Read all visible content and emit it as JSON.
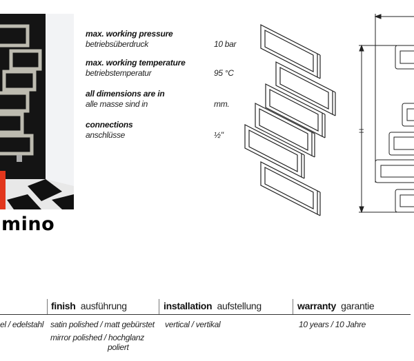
{
  "product": {
    "name_fragment": "mino"
  },
  "specs": [
    {
      "label_en": "max. working pressure",
      "label_de": "betriebsüberdruck",
      "value": "10 bar"
    },
    {
      "label_en": "max. working temperature",
      "label_de": "betriebstemperatur",
      "value": "95 °C"
    },
    {
      "label_en": "all dimensions are in",
      "label_de": "alle masse sind in",
      "value": "mm."
    },
    {
      "label_en": "connections",
      "label_de": "anschlüsse",
      "value": "½\""
    }
  ],
  "drawing": {
    "height_label": "H"
  },
  "table": {
    "headers": [
      {
        "en": "finish",
        "de": "ausführung"
      },
      {
        "en": "installation",
        "de": "aufstellung"
      },
      {
        "en": "warranty",
        "de": "garantie"
      }
    ],
    "material_fragment": "el / edelstahl",
    "finish": [
      "satin polished / matt gebürstet",
      "mirror polished / hochglanz",
      "poliert"
    ],
    "installation": [
      "vertical / vertikal"
    ],
    "warranty": [
      "10 years / 10 Jahre"
    ]
  }
}
